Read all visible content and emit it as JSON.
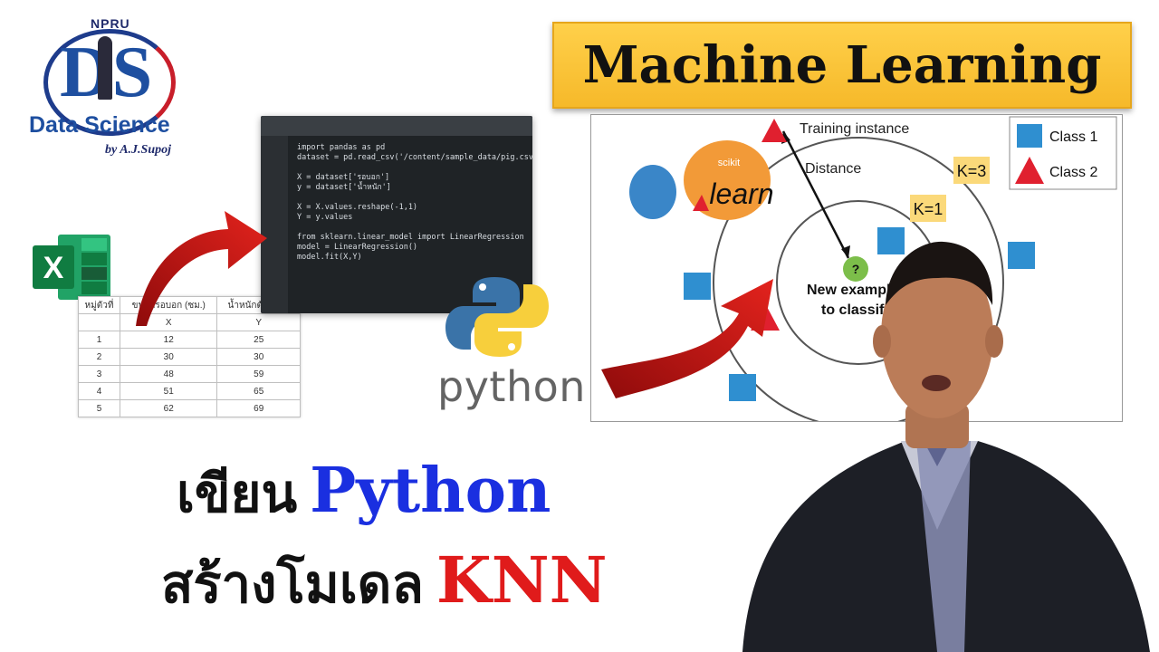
{
  "logo": {
    "top_text": "NPRU",
    "monogram": "DS",
    "name": "Data Science",
    "byline": "by A.J.Supoj"
  },
  "excel": {
    "letter": "X"
  },
  "table": {
    "headers": [
      "หมู่ตัวที่",
      "ขนาดรอบอก (ซม.)",
      "น้ำหนักตัว (กก.)"
    ],
    "subheaders": [
      "",
      "X",
      "Y"
    ],
    "rows": [
      [
        "1",
        "12",
        "25"
      ],
      [
        "2",
        "30",
        "30"
      ],
      [
        "3",
        "48",
        "59"
      ],
      [
        "4",
        "51",
        "65"
      ],
      [
        "5",
        "62",
        "69"
      ]
    ]
  },
  "code": {
    "lines": [
      "import pandas as pd",
      "dataset = pd.read_csv('/content/sample_data/pig.csv')",
      "",
      "X = dataset['รอบอก']",
      "y = dataset['น้ำหนัก']",
      "",
      "X = X.values.reshape(-1,1)",
      "Y = y.values",
      "",
      "from sklearn.linear_model import LinearRegression",
      "model = LinearRegression()",
      "model.fit(X,Y)"
    ]
  },
  "python": {
    "wordmark": "python"
  },
  "banner": {
    "text": "Machine Learning"
  },
  "knn": {
    "training_label": "Training instance",
    "distance_label": "Distance",
    "k3_label": "K=3",
    "k1_label": "K=1",
    "query_mark": "?",
    "new_example_line1": "New example",
    "new_example_line2": "to classify",
    "legend": {
      "class1": "Class 1",
      "class2": "Class 2"
    },
    "sklearn": {
      "small": "scikit",
      "big": "learn"
    },
    "colors": {
      "class1": "#2f8fd0",
      "class2": "#e0202f",
      "query": "#7cbe4a",
      "sk_orange": "#f29a38",
      "sk_blue": "#3a86c8"
    }
  },
  "titles": {
    "line1_thai": "เขียน",
    "line1_en": "Python",
    "line2_thai": "สร้างโมเดล",
    "line2_en": "KNN"
  }
}
